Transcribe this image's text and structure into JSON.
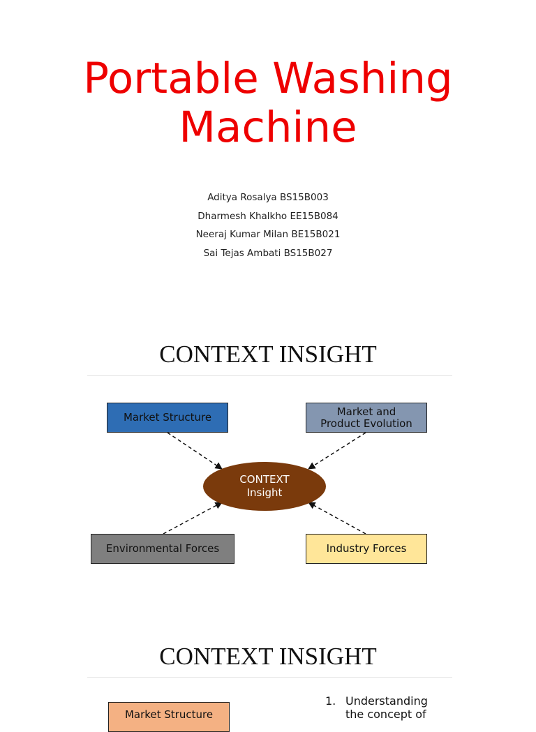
{
  "title_slide": {
    "title_line1": "Portable Washing",
    "title_line2": "Machine",
    "authors": [
      "Aditya Rosalya BS15B003",
      "Dharmesh Khalkho EE15B084",
      "Neeraj Kumar Milan BE15B021",
      "Sai Tejas Ambati BS15B027"
    ]
  },
  "context_slide": {
    "heading": "CONTEXT INSIGHT",
    "center_line1": "CONTEXT",
    "center_line2": "Insight",
    "boxes": {
      "market_structure": "Market Structure",
      "market_product_line1": "Market and",
      "market_product_line2": "Product Evolution",
      "environmental_forces": "Environmental Forces",
      "industry_forces": "Industry Forces"
    },
    "colors": {
      "market_structure": "#2e6db4",
      "market_product": "#8496b0",
      "environmental_forces": "#7f7f7f",
      "industry_forces": "#ffe699",
      "center": "#7a3a0c"
    }
  },
  "context_slide_2": {
    "heading": "CONTEXT INSIGHT",
    "box_label": "Market Structure",
    "box_color": "#f4b183",
    "list": [
      {
        "num": "1.",
        "text": "Understanding the concept of"
      }
    ]
  }
}
